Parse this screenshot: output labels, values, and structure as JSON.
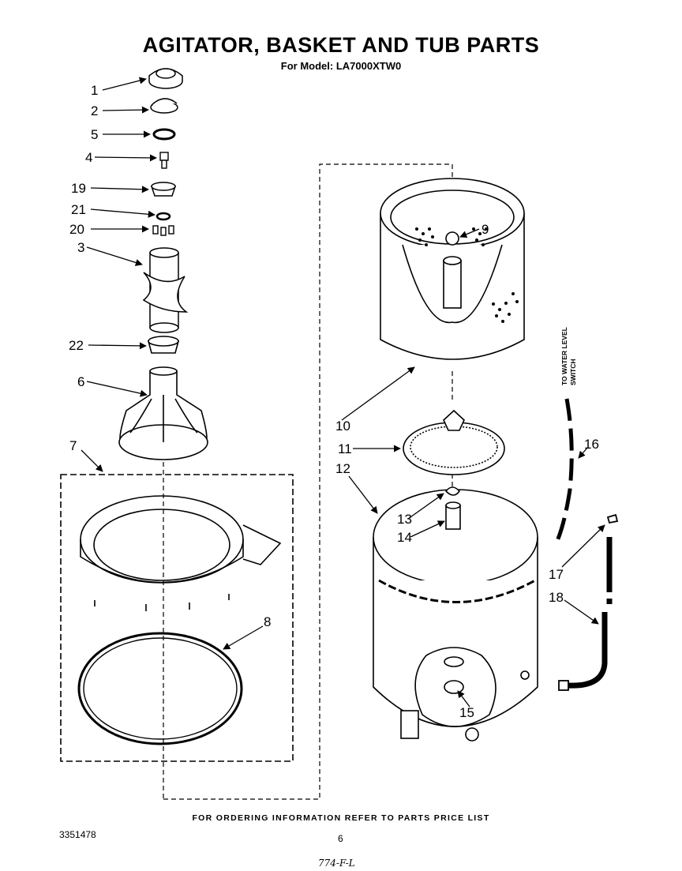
{
  "header": {
    "title": "AGITATOR, BASKET AND TUB PARTS",
    "subtitle": "For Model: LA7000XTW0"
  },
  "footer": {
    "order_info": "FOR ORDERING INFORMATION REFER TO PARTS PRICE LIST",
    "doc_number": "3351478",
    "page_number": "6",
    "handwritten": "774-F-L"
  },
  "side_note": [
    "TO WATER LEVEL",
    "SWITCH"
  ],
  "callouts": {
    "c1": "1",
    "c2": "2",
    "c5": "5",
    "c4": "4",
    "c19": "19",
    "c21": "21",
    "c20": "20",
    "c3": "3",
    "c22": "22",
    "c6": "6",
    "c7": "7",
    "c8": "8",
    "c9": "9",
    "c10": "10",
    "c11": "11",
    "c12": "12",
    "c13": "13",
    "c14": "14",
    "c15": "15",
    "c16": "16",
    "c17": "17",
    "c18": "18"
  }
}
